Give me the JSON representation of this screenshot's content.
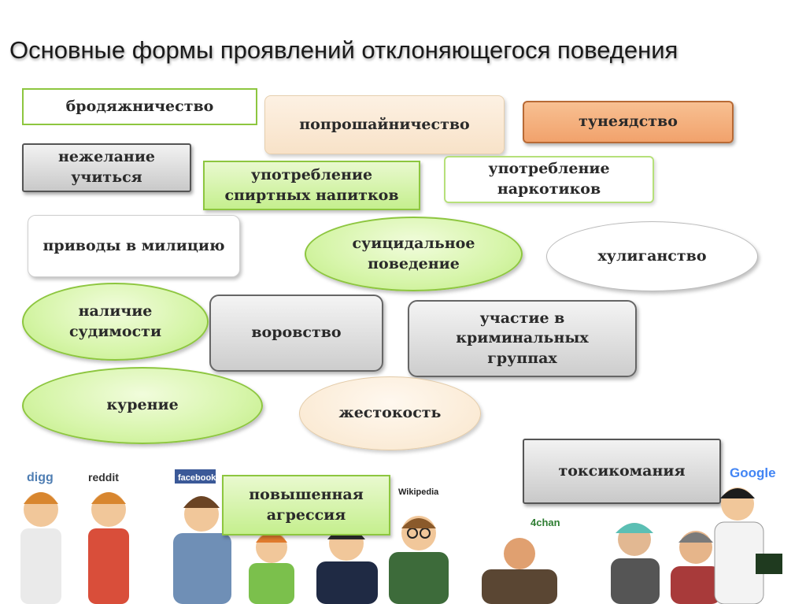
{
  "title": "Основные формы проявлений отклоняющегося поведения",
  "nodes": {
    "vagrancy": "бродяжничество",
    "begging": "попрошайничество",
    "parasitism": "тунеядство",
    "unwillingness": "нежелание\nучиться",
    "alcohol": "употребление\nспиртных напитков",
    "drugs": "употребление\nнаркотиков",
    "police": "приводы в милицию",
    "suicidal": "суицидальное\nповедение",
    "hooliganism": "хулиганство",
    "conviction": "наличие\nсудимости",
    "theft": "воровство",
    "criminal_groups": "участие в\nкриминальных\nгруппах",
    "smoking": "курение",
    "cruelty": "жестокость",
    "substance_abuse": "токсикомания",
    "aggression": "повышенная\nагрессия"
  },
  "illustration_logos": {
    "digg": "digg",
    "reddit": "reddit",
    "facebook": "facebook",
    "wikipedia": "Wikipedia",
    "fourchan": "4chan",
    "google": "Google"
  },
  "colors": {
    "green_border": "#8dc63f",
    "gray_fill": "#d6d6d6",
    "orange_fill": "#f4ae7c",
    "peach_fill": "#fbe9d4",
    "text": "#2a2a2a"
  }
}
